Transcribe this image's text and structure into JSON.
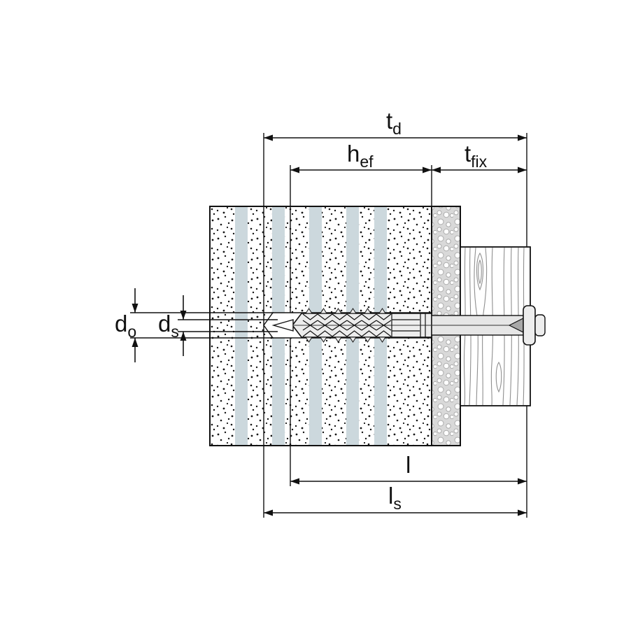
{
  "diagram": {
    "type": "technical-drawing",
    "description": "Cross-section of a frame fixing anchor installed through a wooden batten and plaster layer into perforated brick",
    "dimension_labels": {
      "td": {
        "base": "t",
        "sub": "d"
      },
      "hef": {
        "base": "h",
        "sub": "ef"
      },
      "tfix": {
        "base": "t",
        "sub": "fix"
      },
      "do": {
        "base": "d",
        "sub": "o"
      },
      "ds": {
        "base": "d",
        "sub": "s"
      },
      "l": {
        "base": "l",
        "sub": ""
      },
      "ls": {
        "base": "l",
        "sub": "s"
      }
    },
    "colors": {
      "line": "#111111",
      "brick_stripe": "#ccd8dd",
      "plaster_base": "#d9d9d9",
      "anchor_fill": "#ededed",
      "screw_cone": "#a8a8a8",
      "background": "#ffffff"
    }
  }
}
